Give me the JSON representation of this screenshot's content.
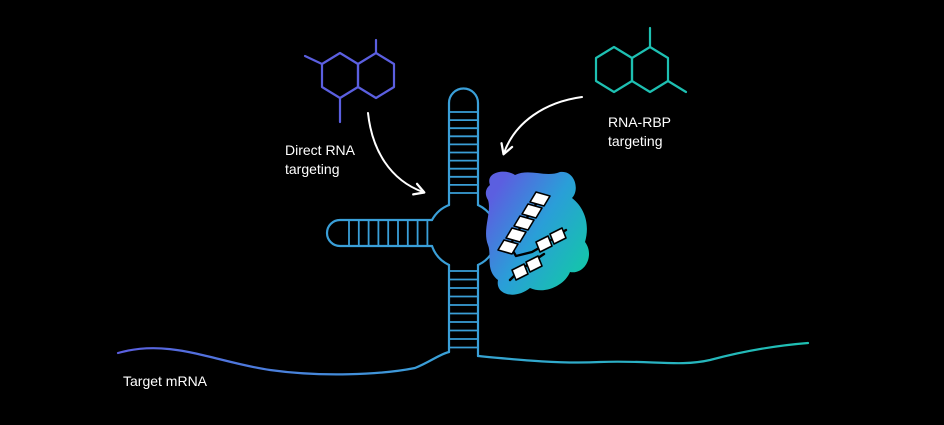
{
  "labels": {
    "direct": "Direct RNA\ntargeting",
    "rbp": "RNA-RBP\ntargeting",
    "mrna": "Target mRNA"
  },
  "colors": {
    "background": "#000000",
    "blue": "#5b5fe0",
    "mid": "#3a9fd8",
    "teal": "#1ec0b2",
    "text": "#ffffff",
    "arrow": "#ffffff",
    "helix": "#ffffff"
  },
  "icons": {
    "left_molecule": "fused-ring-molecule-icon",
    "right_molecule": "fused-ring-molecule-icon",
    "protein": "rna-binding-protein-icon"
  }
}
